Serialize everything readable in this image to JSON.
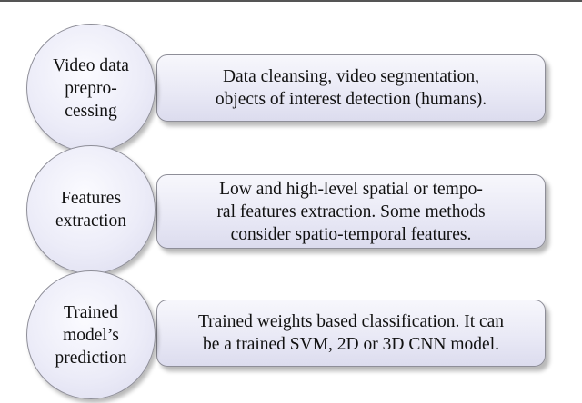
{
  "steps": [
    {
      "circle_lines": [
        "Video data",
        "prepro-",
        "cessing"
      ],
      "box_lines": [
        "Data cleansing, video segmentation,",
        "objects of interest detection (humans)."
      ]
    },
    {
      "circle_lines": [
        "Features",
        "extraction"
      ],
      "box_lines": [
        "Low and high-level spatial or tempo-",
        "ral features extraction. Some methods",
        "consider spatio-temporal features."
      ]
    },
    {
      "circle_lines": [
        "Trained",
        "model’s",
        "prediction"
      ],
      "box_lines": [
        "Trained weights based classification. It can",
        "be a trained SVM, 2D or 3D CNN model."
      ]
    }
  ]
}
